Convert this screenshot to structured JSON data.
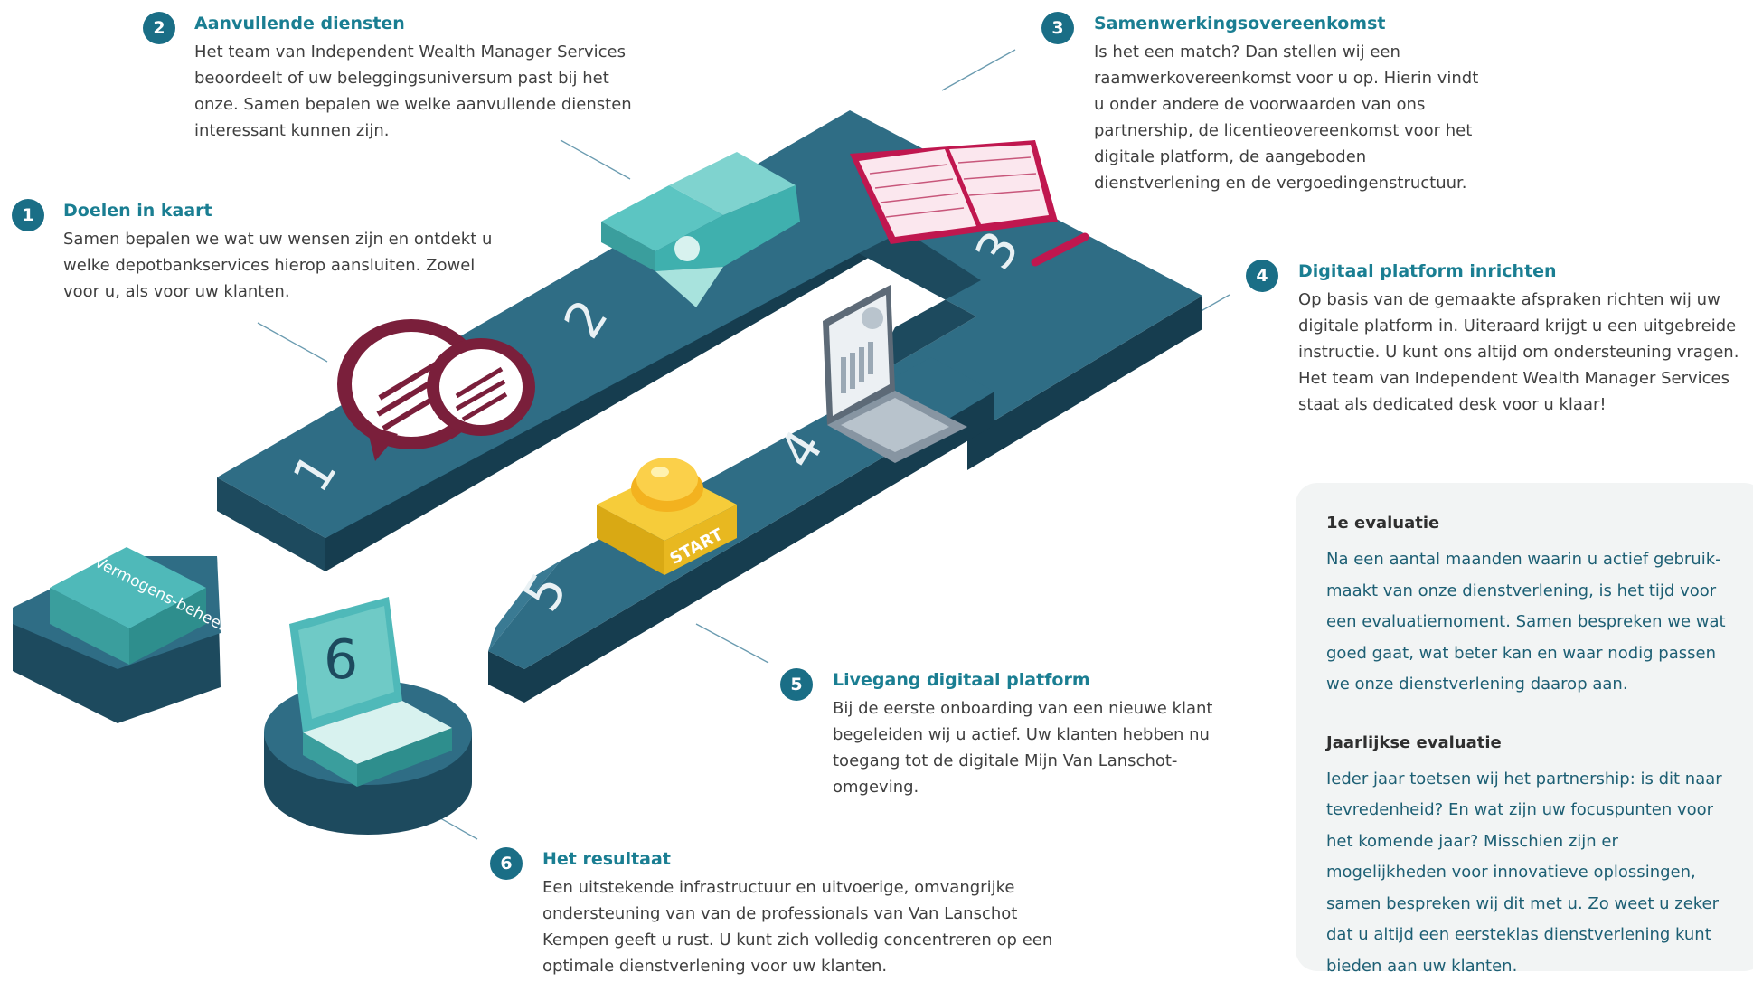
{
  "steps": [
    {
      "num": "1",
      "title": "Doelen in kaart",
      "text": "Samen bepalen we wat uw wensen zijn en ontdekt u welke depotbankservices hierop aansluiten. Zowel voor u, als voor uw klanten."
    },
    {
      "num": "2",
      "title": "Aanvullende diensten",
      "text": "Het team van Independent Wealth Manager Services beoordeelt of uw beleggingsuniversum past bij het onze. Samen bepalen we welke aanvullende diensten interessant kunnen zijn."
    },
    {
      "num": "3",
      "title": "Samenwerkingsovereenkomst",
      "text": "Is het een match? Dan stellen wij een raamwerkovereenkomst voor u op. Hierin vindt u onder andere de voorwaarden van ons partnership, de licentieovereenkomst voor het digitale platform, de aangeboden dienstverlening en de vergoedingenstructuur."
    },
    {
      "num": "4",
      "title": "Digitaal platform inrichten",
      "text": "Op basis van de gemaakte afspraken richten wij uw digitale platform in. Uiteraard krijgt u een uitgebreide instructie. U kunt ons altijd om ondersteuning vragen. Het team van Independent Wealth Manager Services staat als dedicated desk voor u klaar!"
    },
    {
      "num": "5",
      "title": "Livegang digitaal platform",
      "text": "Bij de eerste onboarding van een nieuwe klant begeleiden wij u actief. Uw klanten hebben nu toegang tot de digitale Mijn Van Lanschot-omgeving."
    },
    {
      "num": "6",
      "title": "Het resultaat",
      "text": "Een uitstekende infrastructuur en uitvoerige, omvangrijke ondersteuning van van de professionals van Van Lanschot Kempen geeft u rust. U kunt zich volledig concentreren op een optimale dienstverlening voor uw klanten."
    }
  ],
  "illustration": {
    "track_numbers": [
      "1",
      "2",
      "3",
      "4",
      "5"
    ],
    "box_number": "6",
    "start_button": "START",
    "case_label": "Vermogens-beheerder"
  },
  "evaluation": {
    "first_title": "1e evaluatie",
    "first_text": "Na een aantal maanden waarin u actief gebruik-maakt van onze dienstverlening, is het tijd voor een evaluatiemoment. Samen bespreken we wat goed gaat, wat beter kan en waar nodig passen we onze dienstverlening daarop aan.",
    "annual_title": "Jaarlijkse evaluatie",
    "annual_text": "Ieder jaar toetsen wij het partnership: is dit naar tevredenheid? En wat zijn uw focuspunten voor het komende jaar? Misschien zijn er mogelijkheden voor innovatieve oplossingen, samen bespreken wij dit met u. Zo weet u zeker dat u altijd een eersteklas dienstverlening kunt bieden aan uw klanten."
  },
  "colors": {
    "track_top": "#2f6d85",
    "track_side": "#1d4a5e",
    "accent": "#1a7e92",
    "puzzle": "#4fb9b9",
    "bubble": "#7a1f3b",
    "start": "#f1c232",
    "folder": "#c0174f"
  }
}
